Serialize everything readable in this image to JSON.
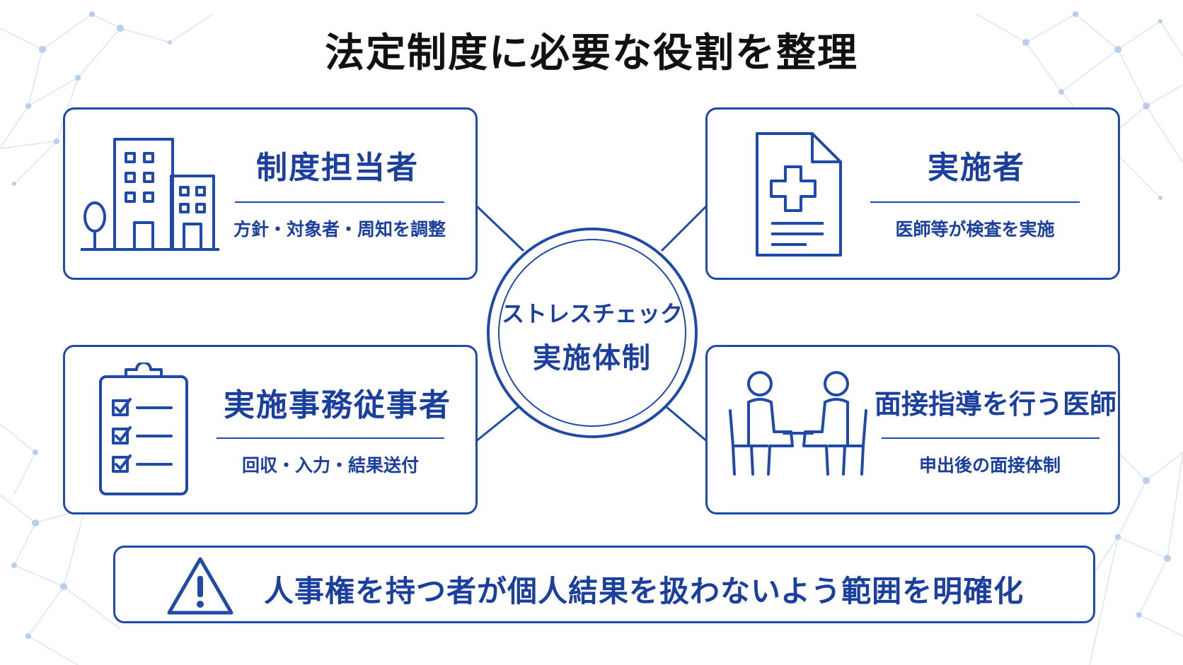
{
  "title": "法定制度に必要な役割を整理",
  "center": {
    "line1": "ストレスチェック",
    "line2": "実施体制"
  },
  "roles": {
    "admin": {
      "name": "制度担当者",
      "desc": "方針・対象者・周知を調整",
      "icon": "building-icon"
    },
    "implementer": {
      "name": "実施者",
      "desc": "医師等が検査を実施",
      "icon": "medical-document-icon"
    },
    "clerk": {
      "name": "実施事務従事者",
      "desc": "回収・入力・結果送付",
      "icon": "clipboard-checklist-icon"
    },
    "interview_doctor": {
      "name": "面接指導を行う医師",
      "desc": "申出後の面接体制",
      "icon": "interview-icon"
    }
  },
  "warning": {
    "icon": "warning-icon",
    "text": "人事権を持つ者が個人結果を扱わないよう範囲を明確化"
  },
  "colors": {
    "accent": "#1f4aa8",
    "text": "#1a3f9c",
    "title": "#111111"
  }
}
